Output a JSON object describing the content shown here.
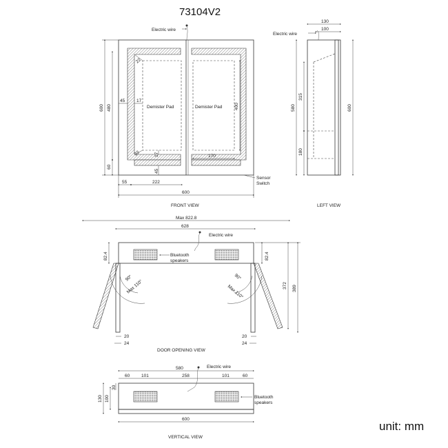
{
  "title": "73104V2",
  "unit": "unit: mm",
  "front_view": {
    "caption": "FRONT VIEW",
    "electric_wire": "Electric wire",
    "demister_left": "Demister Pad",
    "demister_right": "Demister Pad",
    "sensor_switch_line1": "Sensor",
    "sensor_switch_line2": "Switch",
    "dims": {
      "height_total": "600",
      "height_inner": "480",
      "bottom_60": "60",
      "left_45": "45",
      "left_17": "17",
      "pad_400": "400",
      "top_22": "22",
      "bottom_22": "22",
      "bottom_17": "17",
      "bottom_45": "45",
      "pad_170": "170",
      "width_55": "55",
      "width_222": "222",
      "width_600": "600"
    }
  },
  "left_view": {
    "caption": "LEFT VIEW",
    "electric_wire": "Electric wire",
    "dims": {
      "depth_130": "130",
      "depth_100": "100",
      "height_580": "580",
      "height_315": "315",
      "height_180": "180",
      "height_600": "600"
    }
  },
  "door_view": {
    "caption": "DOOR   OPENING   VIEW",
    "electric_wire": "Electric wire",
    "speakers_line1": "Bluetooth",
    "speakers_line2": "speakers",
    "dims": {
      "max_width": "Max 822.8",
      "width_628": "628",
      "left_82_4": "82.4",
      "right_82_4": "82.4",
      "angle_left_90": "90°",
      "angle_left_max": "Max 110°",
      "angle_right_90": "90°",
      "angle_right_max": "Max 110°",
      "depth_372": "372",
      "depth_389": "389",
      "left_20": "20",
      "left_24": "24",
      "right_20": "20",
      "right_24": "24"
    }
  },
  "vertical_view": {
    "caption": "VERTICAL VIEW",
    "electric_wire": "Electric wire",
    "speakers_line1": "Bluetooth",
    "speakers_line2": "speakers",
    "dims": {
      "width_580": "580",
      "seg_60_left": "60",
      "seg_101_left": "101",
      "seg_258": "258",
      "seg_101_right": "101",
      "seg_60_right": "60",
      "depth_130": "130",
      "depth_100": "100",
      "depth_30": "30",
      "width_600": "600"
    }
  }
}
